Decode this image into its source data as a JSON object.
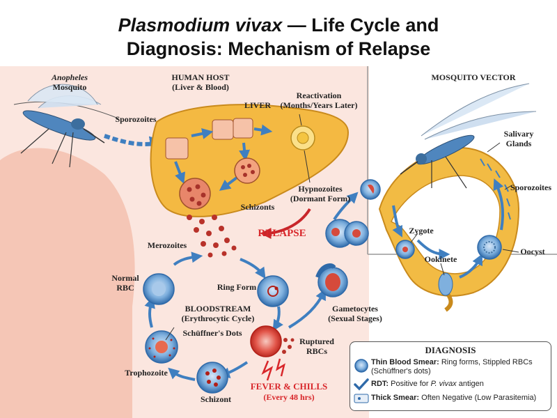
{
  "title": {
    "line1_italic": "Plasmodium vivax",
    "line1_rest": " — Life Cycle and",
    "line2": "Diagnosis: Mechanism of Relapse"
  },
  "labels": {
    "anopheles": "Anopheles",
    "mosquito": "Mosquito",
    "human_host": "HUMAN HOST",
    "liver_blood": "(Liver & Blood)",
    "mosquito_vector": "MOSQUITO VECTOR",
    "liver": "LIVER",
    "reactivation": "Reactivation",
    "reactivation_time": "(Months/Years Later)",
    "sporozoites_left": "Sporozoites",
    "hypnozoites": "Hypnozoites",
    "dormant_form": "(Dormant Form)",
    "schizonts": "Schizonts",
    "relapse": "RELAPSE",
    "merozoites": "Merozoites",
    "normal": "Normal",
    "rbc": "RBC",
    "ring_form": "Ring Form",
    "bloodstream": "BLOODSTREAM",
    "erythrocytic_cycle": "(Erythrocytic Cycle)",
    "schuffners_dots": "Schüffner's Dots",
    "trophozoite": "Trophozoite",
    "schizont": "Schizont",
    "ruptured": "Ruptured",
    "rbcs": "RBCs",
    "fever_chills": "FEVER & CHILLS",
    "every_48": "(Every 48 hrs)",
    "gametocytes": "Gametocytes",
    "sexual_stages": "(Sexual Stages)",
    "salivary": "Salivary",
    "glands": "Glands",
    "sporozoites_right": "Sporozoites",
    "zygote": "Zygote",
    "ookinete": "Ookinete",
    "oocyst": "Oocyst"
  },
  "diagnosis": {
    "heading": "DIAGNOSIS",
    "thin_bold": "Thin Blood Smear:",
    "thin_text": " Ring forms, Stippled RBCs",
    "thin_text2": "(Schüffner's dots)",
    "rdt_bold": "RDT:",
    "rdt_text": " Positive for ",
    "rdt_italic": "P. vivax",
    "rdt_text2": " antigen",
    "thick_bold": "Thick Smear:",
    "thick_text": " Often Negative (Low Parasitemia)"
  },
  "colors": {
    "liver": "#f4b942",
    "liver_edge": "#c98a1c",
    "rbc_blue": "#4a86c6",
    "rbc_red": "#d9372b",
    "skin": "#f7c9bc",
    "arrow_blue": "#3f7fc0",
    "relapse_red": "#d8262a",
    "gut": "#f2bb44"
  },
  "icons": [
    "mosquito-icon",
    "liver-icon",
    "rbc-icon",
    "checkmark-icon",
    "smear-slide-icon"
  ]
}
